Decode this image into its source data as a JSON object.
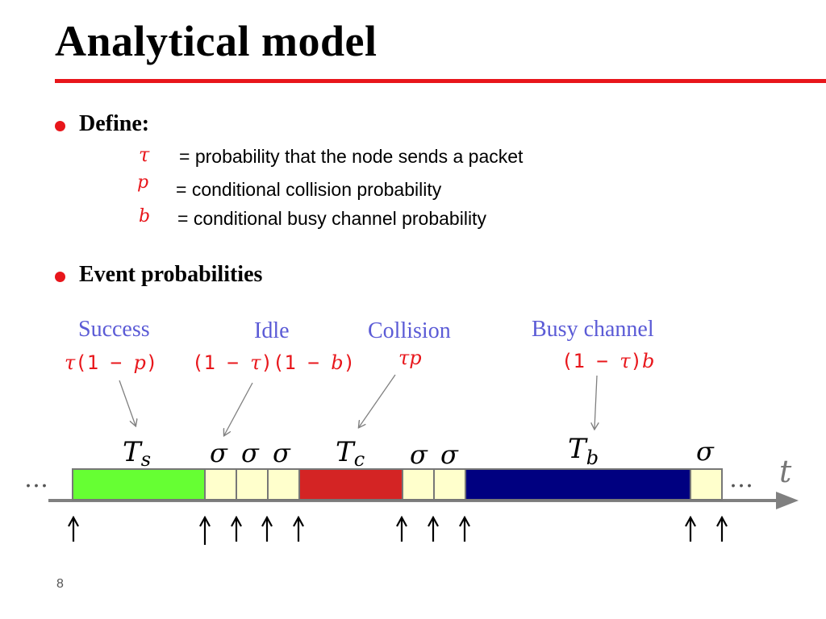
{
  "title": "Analytical model",
  "define": {
    "heading": "Define:",
    "items": [
      {
        "symbol": "τ",
        "text": "= probability that the node sends a packet"
      },
      {
        "symbol": "p",
        "text": "= conditional collision probability"
      },
      {
        "symbol": "b",
        "text": "= conditional busy channel probability"
      }
    ]
  },
  "events": {
    "heading": "Event probabilities",
    "items": [
      {
        "label": "Success",
        "expr": [
          "τ",
          "(1 − ",
          "p",
          ")"
        ]
      },
      {
        "label": "Idle",
        "expr": [
          "(1 − ",
          "τ",
          ")(1 − ",
          "b",
          ")"
        ]
      },
      {
        "label": "Collision",
        "expr": [
          "τ",
          "p"
        ]
      },
      {
        "label": "Busy channel",
        "expr": [
          "(1 − ",
          "τ",
          ")",
          "b"
        ]
      }
    ]
  },
  "timeline": {
    "ellipsis": "…",
    "axis_label": "t",
    "segment_labels": {
      "success": {
        "main": "T",
        "sub": "s"
      },
      "collision": {
        "main": "T",
        "sub": "c"
      },
      "busy": {
        "main": "T",
        "sub": "b"
      },
      "idle": "σ"
    }
  },
  "colors": {
    "accent": "#e8161b",
    "event_label": "#5b5bd6",
    "success": "#66ff33",
    "idle": "#ffffcc",
    "collision": "#d42424",
    "busy": "#000080",
    "axis": "#808080"
  },
  "page_number": "8"
}
